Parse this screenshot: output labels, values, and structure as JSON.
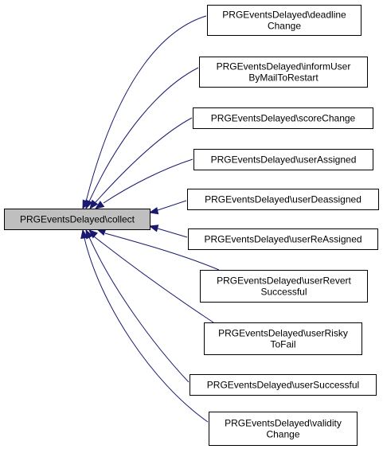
{
  "graph": {
    "root": {
      "id": "collect",
      "label": [
        "PRGEventsDelayed\\collect"
      ],
      "fill": "#bfbfbf"
    },
    "callers": [
      {
        "id": "deadline-change",
        "label": [
          "PRGEventsDelayed\\deadline",
          "Change"
        ]
      },
      {
        "id": "inform-user-by-mail-to-restart",
        "label": [
          "PRGEventsDelayed\\informUser",
          "ByMailToRestart"
        ]
      },
      {
        "id": "score-change",
        "label": [
          "PRGEventsDelayed\\scoreChange"
        ]
      },
      {
        "id": "user-assigned",
        "label": [
          "PRGEventsDelayed\\userAssigned"
        ]
      },
      {
        "id": "user-deassigned",
        "label": [
          "PRGEventsDelayed\\userDeassigned"
        ]
      },
      {
        "id": "user-reassigned",
        "label": [
          "PRGEventsDelayed\\userReAssigned"
        ]
      },
      {
        "id": "user-revert-successful",
        "label": [
          "PRGEventsDelayed\\userRevert",
          "Successful"
        ]
      },
      {
        "id": "user-risky-to-fail",
        "label": [
          "PRGEventsDelayed\\userRisky",
          "ToFail"
        ]
      },
      {
        "id": "user-successful",
        "label": [
          "PRGEventsDelayed\\userSuccessful"
        ]
      },
      {
        "id": "validity-change",
        "label": [
          "PRGEventsDelayed\\validity",
          "Change"
        ]
      }
    ],
    "edge_color": "#191970",
    "node_fill": "#ffffff"
  }
}
